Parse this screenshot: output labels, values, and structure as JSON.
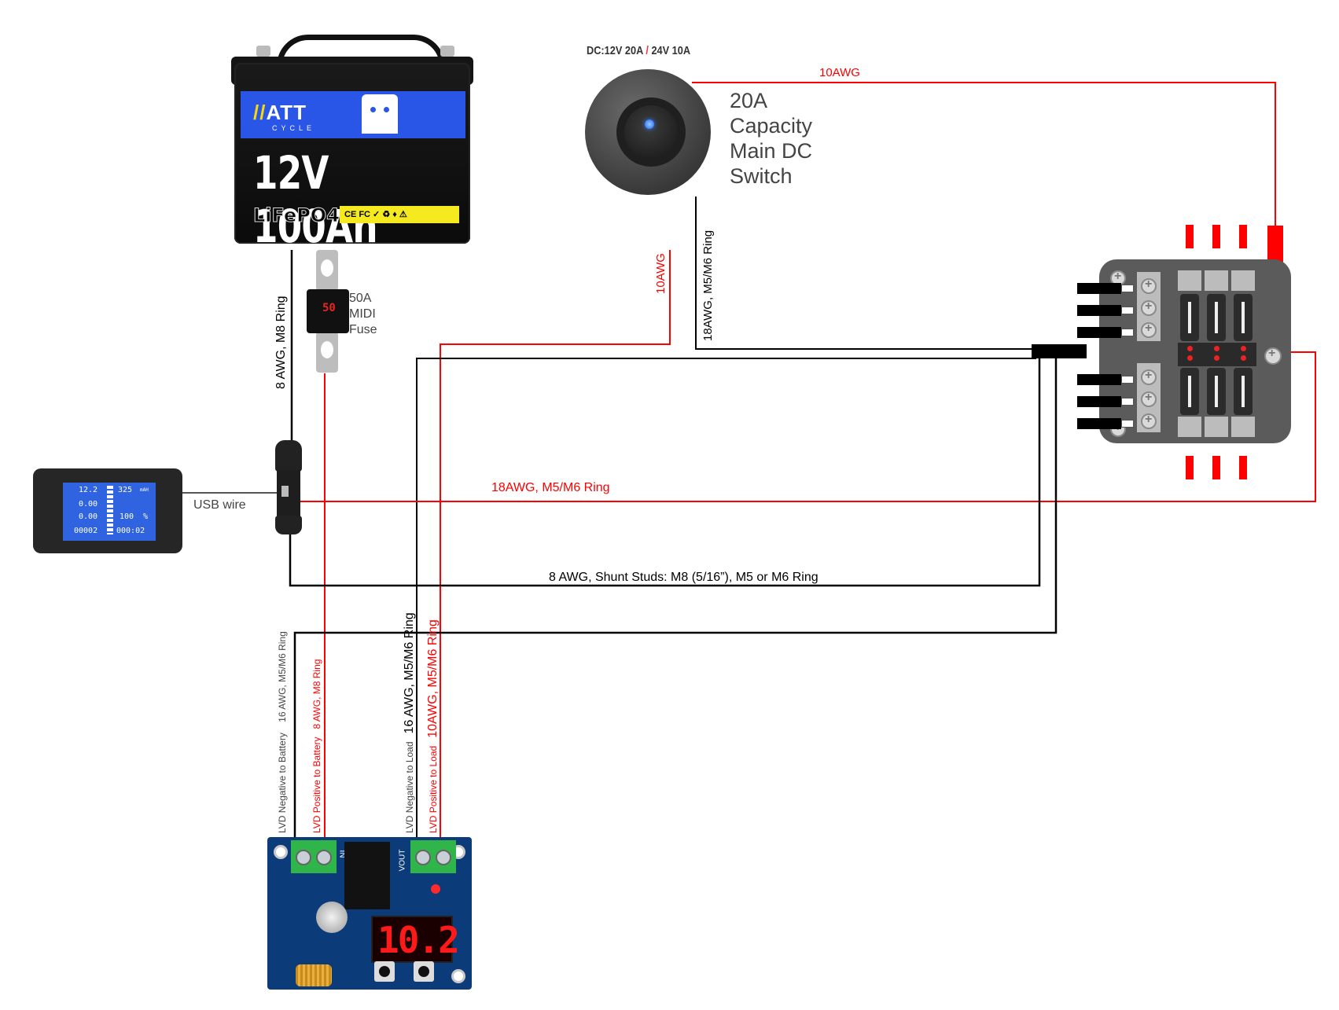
{
  "battery": {
    "brand": "ATT",
    "brand_sub": "CYCLE",
    "capacity": "12V 100Ah",
    "chemistry": "LiFePO4",
    "certifications": "CE FC ✓ ♻ ♦ ⚠"
  },
  "fuse": {
    "value": "50",
    "label_lines": [
      "50A",
      "MIDI",
      "Fuse"
    ]
  },
  "switch": {
    "rating": "DC:12V 20A / 24V 10A",
    "rating_parts": {
      "left": "DC:12V 20A ",
      "sep": "/",
      "right": " 24V 10A"
    },
    "description_lines": [
      "20A",
      "Capacity",
      "Main DC",
      "Switch"
    ]
  },
  "monitor": {
    "voltage": "12.2",
    "current": "0.00",
    "power": "0.00",
    "energy": "00002",
    "capacity": "325",
    "capacity_unit": "mAH",
    "soc": "100",
    "soc_unit": "%",
    "time": "000:02",
    "usb_label": "USB wire"
  },
  "lvd": {
    "display": "10.2",
    "in_label": "IN",
    "out_label": "VOUT"
  },
  "wire_labels": {
    "batt_neg_to_shunt": "8 AWG, M8 Ring",
    "switch_to_fuseblock": "10AWG",
    "switch_to_lvd": "10AWG",
    "switch_ground": "18AWG, M5/M6 Ring",
    "shunt_sense": "18AWG, M5/M6 Ring",
    "shunt_ground": "8 AWG, Shunt Studs: M8 (5/16”), M5 or M6 Ring",
    "lvd_neg_batt": "LVD Negative to Battery   16 AWG, M5/M6 Ring",
    "lvd_neg_batt_a": "LVD Negative to Battery",
    "lvd_neg_batt_b": "16 AWG, M5/M6 Ring",
    "lvd_pos_batt_a": "LVD Positive to Battery",
    "lvd_pos_batt_b": "8 AWG, M8 Ring",
    "lvd_neg_load_a": "LVD Negative to Load",
    "lvd_neg_load_b": "16 AWG, M5/M6 Ring",
    "lvd_pos_load_a": "LVD Positive to Load",
    "lvd_pos_load_b": "10AWG, M5/M6 Ring"
  },
  "colors": {
    "positive_wire": "#ff0000",
    "negative_wire": "#000000",
    "battery_band": "#2a56e8",
    "lvd_digits": "#ff1a1a"
  }
}
